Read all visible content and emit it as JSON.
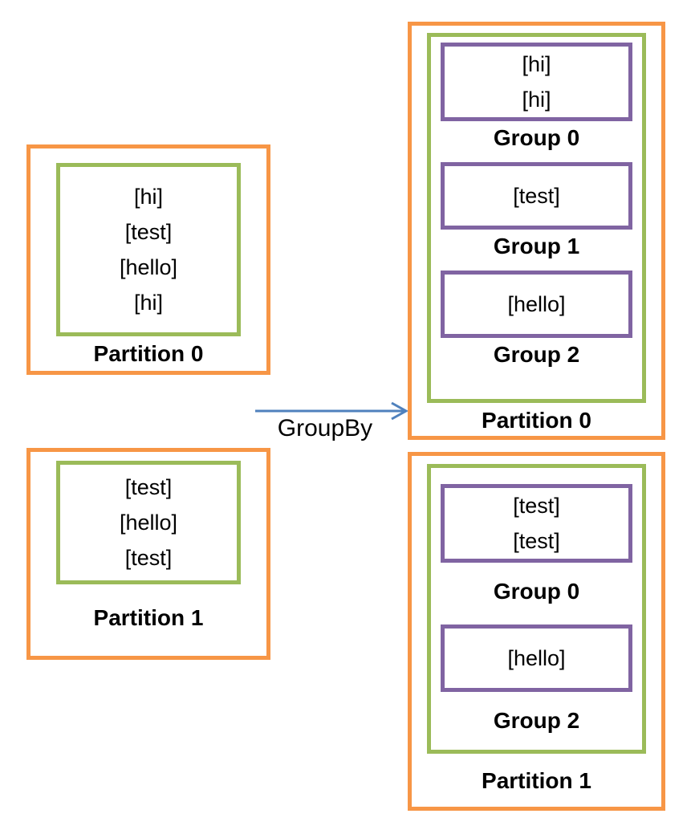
{
  "colors": {
    "orange": "#F79646",
    "green": "#9BBB59",
    "purple": "#8064A2",
    "blue": "#4F81BD",
    "text": "#000000",
    "background": "#FFFFFF"
  },
  "arrow": {
    "label": "GroupBy",
    "direction": "right"
  },
  "input_partitions": [
    {
      "label": "Partition 0",
      "items": [
        "[hi]",
        "[test]",
        "[hello]",
        "[hi]"
      ]
    },
    {
      "label": "Partition 1",
      "items": [
        "[test]",
        "[hello]",
        "[test]"
      ]
    }
  ],
  "output_partitions": [
    {
      "label": "Partition 0",
      "groups": [
        {
          "label": "Group 0",
          "items": [
            "[hi]",
            "[hi]"
          ]
        },
        {
          "label": "Group 1",
          "items": [
            "[test]"
          ]
        },
        {
          "label": "Group 2",
          "items": [
            "[hello]"
          ]
        }
      ]
    },
    {
      "label": "Partition 1",
      "groups": [
        {
          "label": "Group 0",
          "items": [
            "[test]",
            "[test]"
          ]
        },
        {
          "label": "Group 2",
          "items": [
            "[hello]"
          ]
        }
      ]
    }
  ]
}
